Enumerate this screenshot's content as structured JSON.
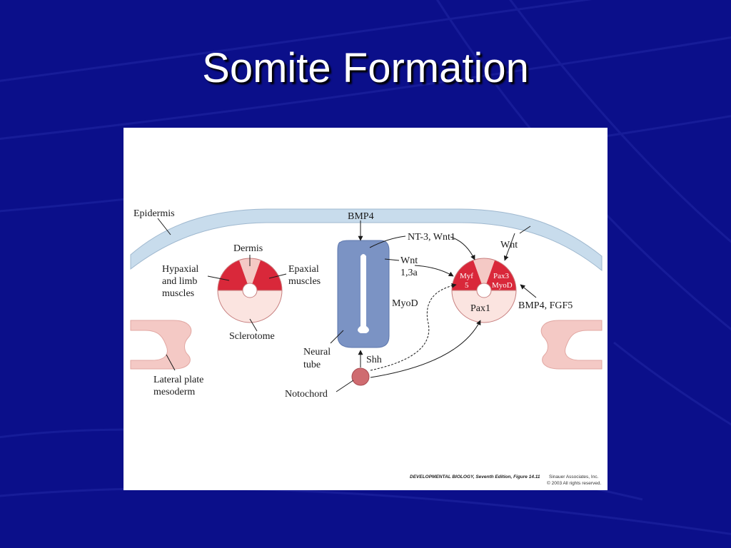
{
  "slide": {
    "title": "Somite Formation"
  },
  "colors": {
    "background": "#0b0f8a",
    "epidermis": "#c8dcec",
    "neural_tube": "#7b93c4",
    "somite_red": "#d9283a",
    "somite_pink": "#f4c9c5",
    "sclerotome": "#fbe4e0",
    "notochord": "#cf6b70"
  },
  "figure": {
    "labels": {
      "epidermis": "Epidermis",
      "bmp4_top": "BMP4",
      "nt3_wnt1": "NT-3, Wnt1",
      "wnt_right": "Wnt",
      "dermis": "Dermis",
      "hypaxial_1": "Hypaxial",
      "hypaxial_2": "and limb",
      "hypaxial_3": "muscles",
      "epaxial_1": "Epaxial",
      "epaxial_2": "muscles",
      "sclerotome": "Sclerotome",
      "wnt13a_1": "Wnt",
      "wnt13a_2": "1,3a",
      "myod": "MyoD",
      "myf5_1": "Myf",
      "myf5_2": "5",
      "pax3": "Pax3",
      "myod_inner": "MyoD",
      "pax1": "Pax1",
      "bmp4_fgf5": "BMP4, FGF5",
      "neural_1": "Neural",
      "neural_2": "tube",
      "shh": "Shh",
      "lateral_1": "Lateral plate",
      "lateral_2": "mesoderm",
      "notochord": "Notochord"
    },
    "credit": {
      "line1_title": "DEVELOPMENTAL BIOLOGY, Seventh Edition, Figure 14.11",
      "line1_pub": "Sinauer Associates, Inc.",
      "line2": "© 2003 All rights reserved."
    }
  }
}
